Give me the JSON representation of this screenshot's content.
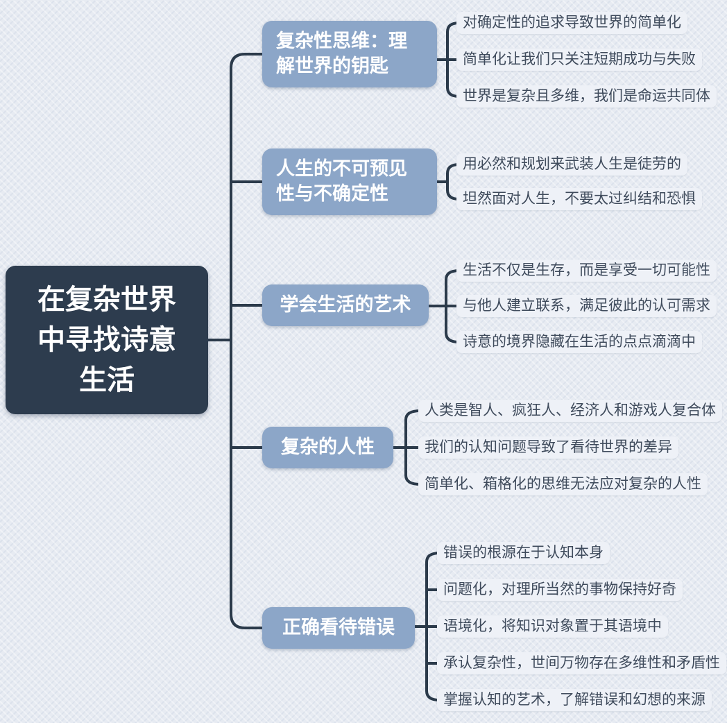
{
  "mindmap": {
    "central": {
      "label": "在复杂世界中寻找诗意生活"
    },
    "branches": [
      {
        "label": "复杂性思维：理解世界的钥匙",
        "children": [
          "对确定性的追求导致世界的简单化",
          "简单化让我们只关注短期成功与失败",
          "世界是复杂且多维，我们是命运共同体"
        ]
      },
      {
        "label": "人生的不可预见性与不确定性",
        "children": [
          "用必然和规划来武装人生是徒劳的",
          "坦然面对人生，不要太过纠结和恐惧"
        ]
      },
      {
        "label": "学会生活的艺术",
        "children": [
          "生活不仅是生存，而是享受一切可能性",
          "与他人建立联系，满足彼此的认可需求",
          "诗意的境界隐藏在生活的点点滴滴中"
        ]
      },
      {
        "label": "复杂的人性",
        "children": [
          "人类是智人、疯狂人、经济人和游戏人复合体",
          "我们的认知问题导致了看待世界的差异",
          "简单化、箱格化的思维无法应对复杂的人性"
        ]
      },
      {
        "label": "正确看待错误",
        "children": [
          "错误的根源在于认知本身",
          "问题化，对理所当然的事物保持好奇",
          "语境化，将知识对象置于其语境中",
          "承认复杂性，世间万物存在多维性和矛盾性",
          "掌握认知的艺术，了解错误和幻想的来源"
        ]
      }
    ],
    "colors": {
      "background": "#e7ebf2",
      "central_bg": "#2d3c4e",
      "branch_bg": "#8ca6c8",
      "leaf_bg": "#eef1f7",
      "leaf_text": "#3f4b5c",
      "connector": "#2b3a4a",
      "node_text": "#ffffff"
    }
  }
}
